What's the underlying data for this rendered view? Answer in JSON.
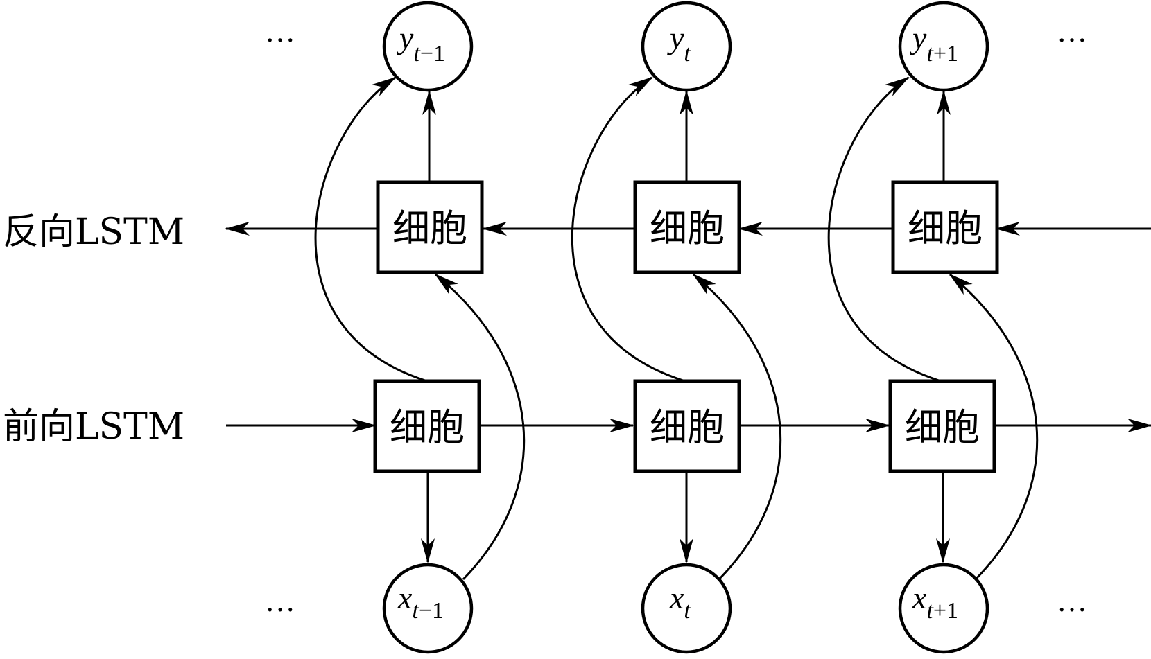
{
  "labels": {
    "backward": "反向LSTM",
    "forward": "前向LSTM"
  },
  "cell_label": "细胞",
  "ellipsis": "…",
  "timesteps": [
    {
      "y_main": "y",
      "y_sub_t": "t",
      "y_sub_rest": "−1",
      "x_main": "x",
      "x_sub_t": "t",
      "x_sub_rest": "−1"
    },
    {
      "y_main": "y",
      "y_sub_t": "t",
      "y_sub_rest": "",
      "x_main": "x",
      "x_sub_t": "t",
      "x_sub_rest": ""
    },
    {
      "y_main": "y",
      "y_sub_t": "t",
      "y_sub_rest": "+1",
      "x_main": "x",
      "x_sub_t": "t",
      "x_sub_rest": "+1"
    }
  ]
}
